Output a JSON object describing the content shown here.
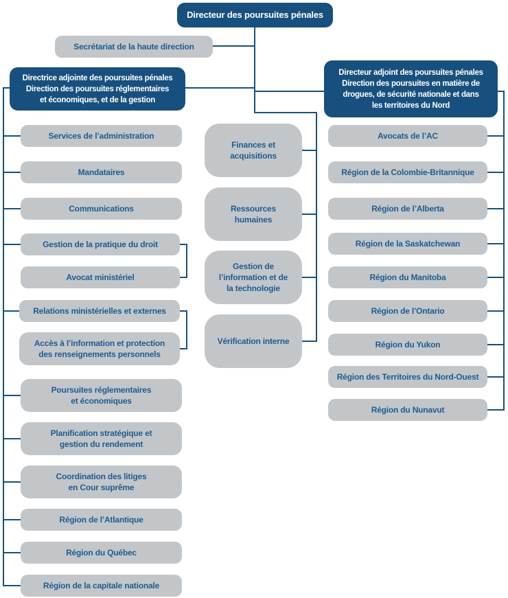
{
  "org": {
    "root": {
      "label": "Directeur des poursuites pénales"
    },
    "secretariat": {
      "label": "Secrétariat de la haute direction"
    },
    "left": {
      "head_lines": [
        "Directrice adjointe des poursuites pénales",
        "Direction des poursuites réglementaires",
        "et économiques, et de la gestion"
      ],
      "nodes": [
        {
          "lines": [
            "Services de l’administration"
          ]
        },
        {
          "lines": [
            "Mandataires"
          ]
        },
        {
          "lines": [
            "Communications"
          ]
        },
        {
          "lines": [
            "Gestion de la pratique du droit"
          ]
        },
        {
          "lines": [
            "Avocat ministériel"
          ]
        },
        {
          "lines": [
            "Relations ministérielles et externes"
          ]
        },
        {
          "lines": [
            "Accès à l’information et protection",
            "des renseignements personnels"
          ]
        },
        {
          "lines": [
            "Poursuites réglementaires",
            "et économiques"
          ]
        },
        {
          "lines": [
            "Planification stratégique et",
            "gestion du rendement"
          ]
        },
        {
          "lines": [
            "Coordination des litiges",
            "en Cour suprême"
          ]
        },
        {
          "lines": [
            "Région de l’Atlantique"
          ]
        },
        {
          "lines": [
            "Région du Québec"
          ]
        },
        {
          "lines": [
            "Région de la capitale nationale"
          ]
        }
      ]
    },
    "center": {
      "nodes": [
        {
          "lines": [
            "Finances et",
            "acquisitions"
          ]
        },
        {
          "lines": [
            "Ressources",
            "humaines"
          ]
        },
        {
          "lines": [
            "Gestion de",
            "l’information et de",
            "la technologie"
          ]
        },
        {
          "lines": [
            "Vérification interne"
          ]
        }
      ]
    },
    "right": {
      "head_lines": [
        "Directeur adjoint des poursuites pénales",
        "Direction des poursuites en matière de",
        "drogues, de sécurité nationale et dans",
        "les territoires du Nord"
      ],
      "nodes": [
        {
          "lines": [
            "Avocats de l’AC"
          ]
        },
        {
          "lines": [
            "Région de la Colombie-Britannique"
          ]
        },
        {
          "lines": [
            "Région de l’Alberta"
          ]
        },
        {
          "lines": [
            "Région de la Saskatchewan"
          ]
        },
        {
          "lines": [
            "Région du Manitoba"
          ]
        },
        {
          "lines": [
            "Région de l’Ontario"
          ]
        },
        {
          "lines": [
            "Région du Yukon"
          ]
        },
        {
          "lines": [
            "Région des Territoires du Nord-Ouest"
          ]
        },
        {
          "lines": [
            "Région du Nunavut"
          ]
        }
      ]
    },
    "colors": {
      "header_bg": "#17507e",
      "node_bg": "#c3c6c9",
      "node_text": "#1d5c91",
      "connector": "#17507e"
    }
  }
}
